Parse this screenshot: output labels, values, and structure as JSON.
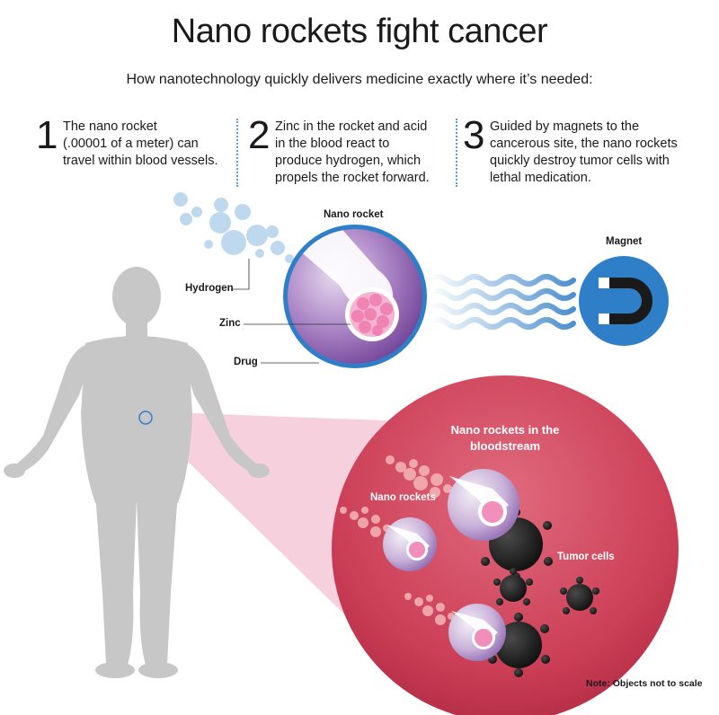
{
  "title": "Nano rockets fight cancer",
  "subtitle": "How nanotechnology quickly delivers medicine exactly where it’s needed:",
  "steps": [
    {
      "number": "1",
      "lines": [
        "The nano rocket",
        "(.00001 of a meter) can",
        "travel within blood vessels."
      ]
    },
    {
      "number": "2",
      "lines": [
        "Zinc in the rocket and acid",
        "in the blood react to",
        "produce hydrogen, which",
        "propels the rocket forward."
      ]
    },
    {
      "number": "3",
      "lines": [
        "Guided by magnets to the",
        "cancerous site, the nano rockets",
        "quickly destroy tumor cells with",
        "lethal medication."
      ]
    }
  ],
  "labels": {
    "nano_rocket": "Nano rocket",
    "magnet": "Magnet",
    "hydrogen": "Hydrogen",
    "zinc": "Zinc",
    "drug": "Drug",
    "bloodstream_line1": "Nano rockets in the",
    "bloodstream_line2": "bloodstream",
    "nano_rockets": "Nano rockets",
    "tumor_cells": "Tumor cells",
    "note": "Note: Objects not to scale"
  },
  "colors": {
    "accent_blue": "#2e7fc7",
    "rocket_purple": "#7a4aa0",
    "blood_red": "#c8384f",
    "zinc_pink": "#f07ab0",
    "body_gray": "#c7c7c7",
    "tumor_black": "#1c1c1c"
  }
}
